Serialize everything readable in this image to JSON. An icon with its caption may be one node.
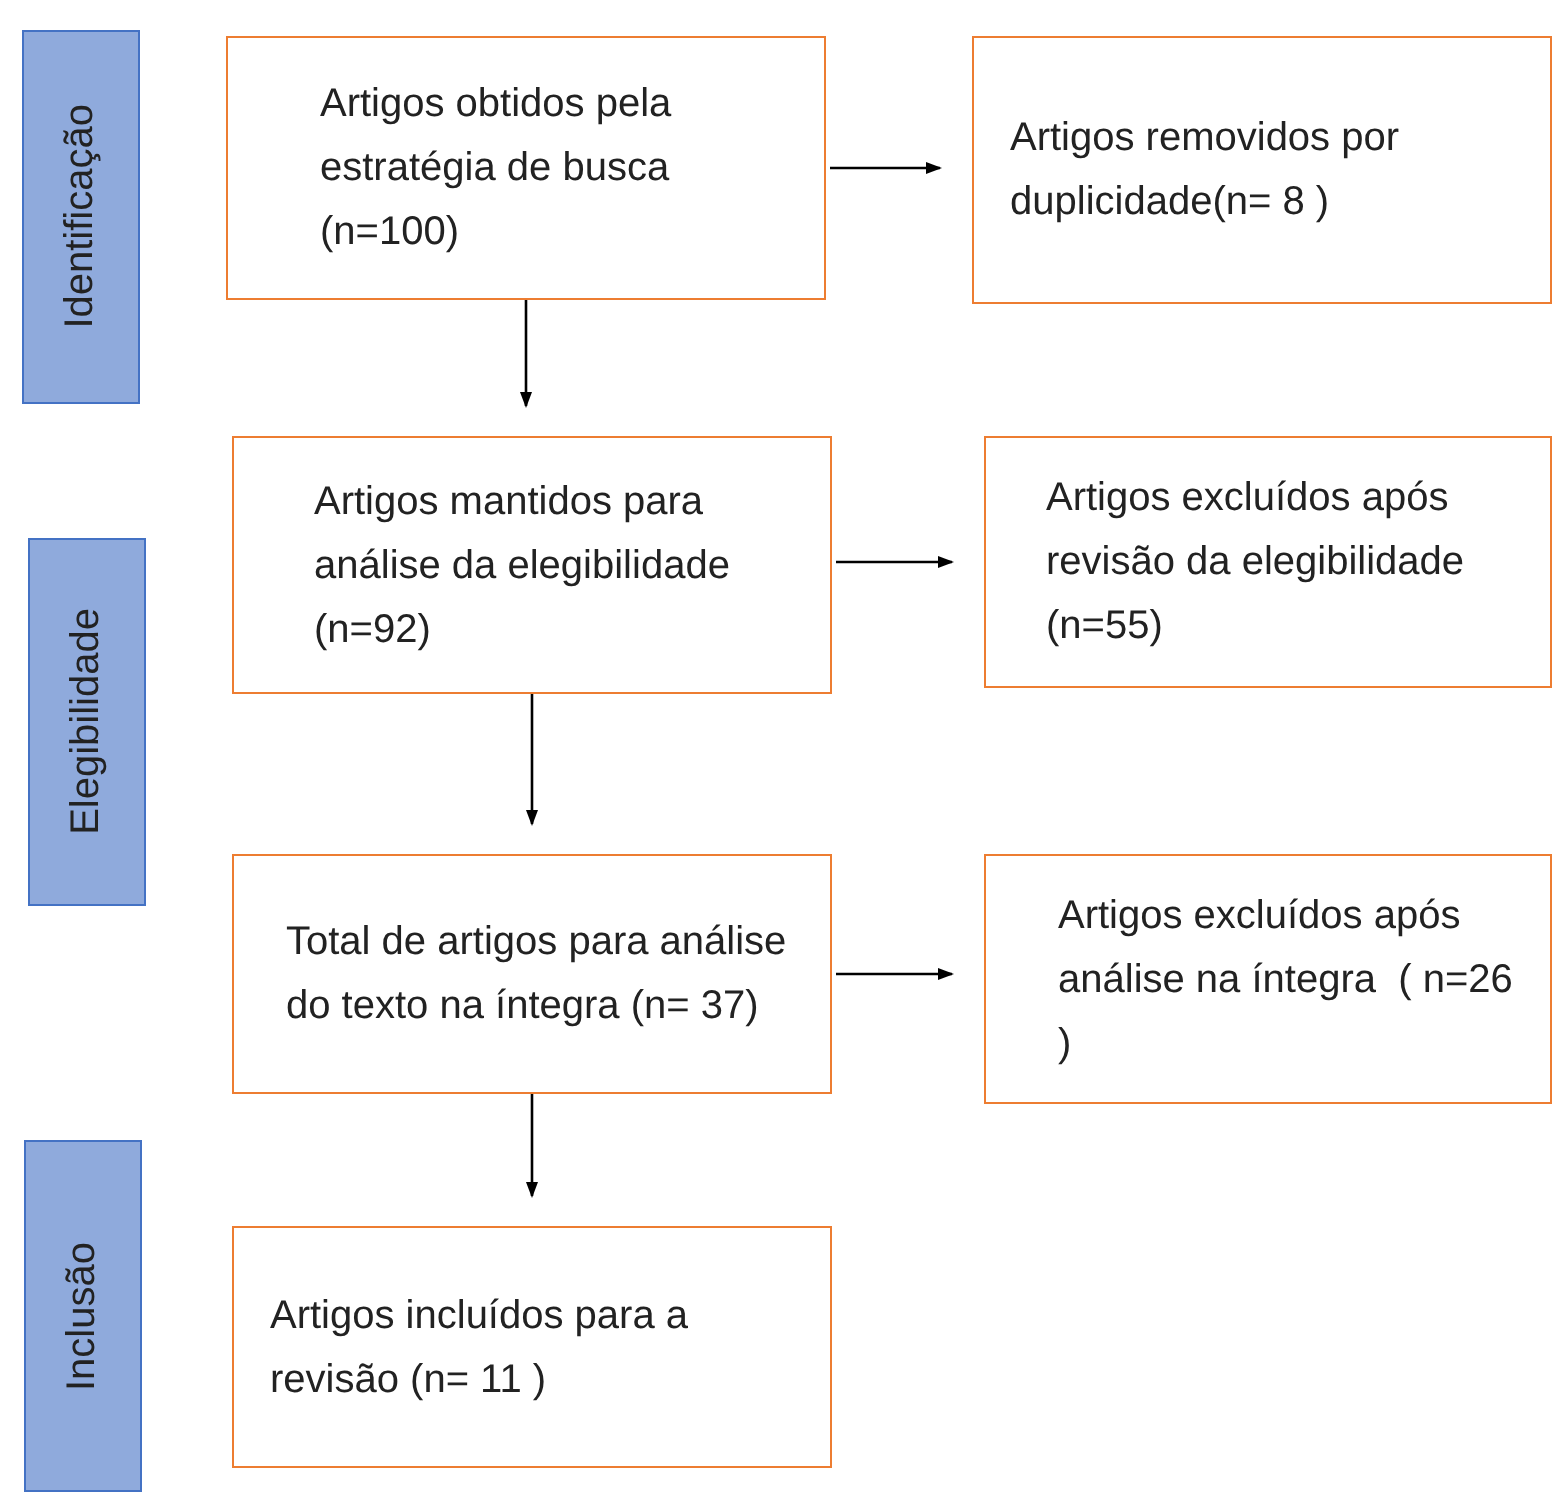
{
  "diagram": {
    "nodes": [
      {
        "text": [
          "Identificação"
        ]
      },
      {
        "text": [
          "Artigos obtidos pela estratégia de busca (n=100)"
        ]
      },
      {
        "text": [
          "Artigos removidos por duplicidade(n= 8 )"
        ]
      },
      {
        "text": [
          "Elegibilidade"
        ]
      },
      {
        "text": [
          "Artigos mantidos para análise da elegibilidade (n=92)"
        ]
      },
      {
        "text": [
          "Artigos excluídos após revisão da elegibilidade (n=55)"
        ]
      },
      {
        "text": [
          "Total de artigos para análise do texto na íntegra (n= 37)"
        ]
      },
      {
        "text": [
          "Artigos excluídos após análise na íntegra  ( n=26  )"
        ]
      },
      {
        "text": [
          "Inclusão"
        ]
      },
      {
        "text": [
          "Artigos incluídos para a revisão (n= 11 )"
        ]
      }
    ],
    "edges": [
      {
        "from": 1,
        "to": 2,
        "arrow": "to"
      },
      {
        "from": 1,
        "to": 4,
        "arrow": "to"
      },
      {
        "from": 4,
        "to": 5,
        "arrow": "to"
      },
      {
        "from": 4,
        "to": 6,
        "arrow": "to"
      },
      {
        "from": 6,
        "to": 7,
        "arrow": "to"
      },
      {
        "from": 6,
        "to": 9,
        "arrow": "to"
      }
    ]
  }
}
